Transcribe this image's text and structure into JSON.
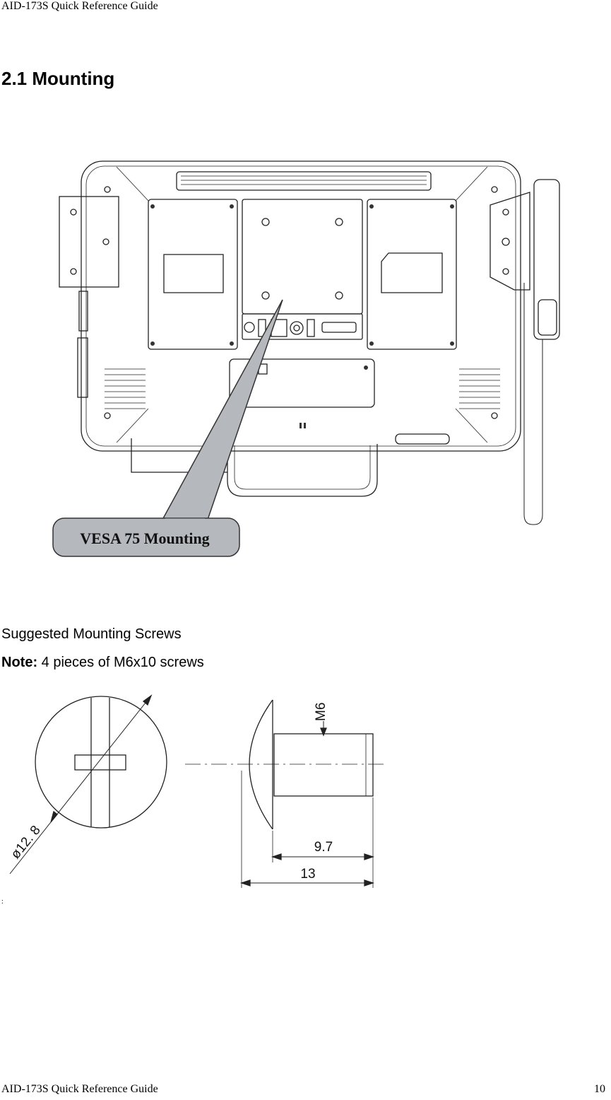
{
  "header": {
    "text": "AID-173S Quick Reference Guide"
  },
  "section": {
    "title": "2.1 Mounting"
  },
  "figure1": {
    "callout_label": "VESA 75 Mounting"
  },
  "screws": {
    "heading": "Suggested Mounting Screws",
    "note_label": "Note:",
    "note_text": " 4 pieces of M6x10 screws"
  },
  "figure2": {
    "thread_label": "M6",
    "diameter_label": "ø12. 8",
    "length_short": "9.7",
    "length_total": "13"
  },
  "stray_mark": ":",
  "footer": {
    "text": "AID-173S Quick Reference Guide",
    "page_number": "10"
  }
}
